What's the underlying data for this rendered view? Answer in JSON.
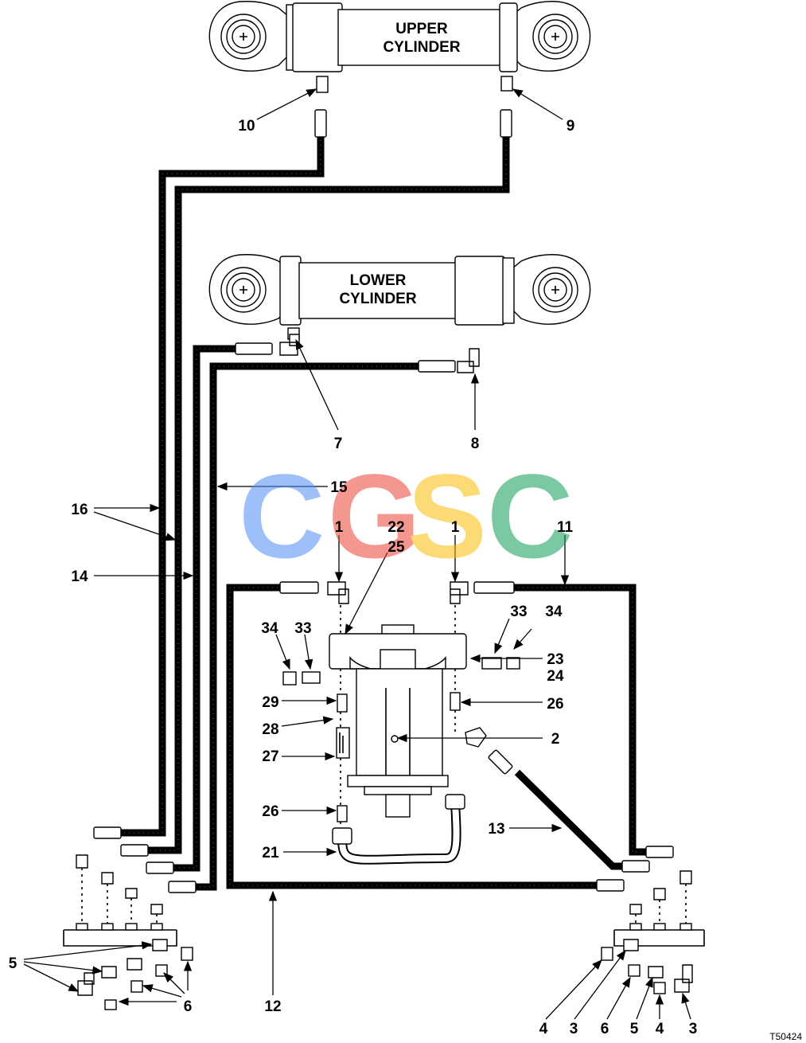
{
  "cylinders": {
    "upper": {
      "line1": "UPPER",
      "line2": "CYLINDER"
    },
    "lower": {
      "line1": "LOWER",
      "line2": "CYLINDER"
    }
  },
  "callouts": {
    "c10": "10",
    "c9": "9",
    "c7": "7",
    "c8": "8",
    "c15": "15",
    "c16": "16",
    "c14": "14",
    "c1a": "1",
    "c22": "22",
    "c25": "25",
    "c1b": "1",
    "c11": "11",
    "c33a": "33",
    "c34a": "34",
    "c34b": "34",
    "c33b": "33",
    "c23": "23",
    "c24": "24",
    "c29": "29",
    "c26a": "26",
    "c28": "28",
    "c2": "2",
    "c27": "27",
    "c26b": "26",
    "c13": "13",
    "c21": "21",
    "c12": "12",
    "c5a": "5",
    "c6a": "6",
    "c4a": "4",
    "c3a": "3",
    "c6b": "6",
    "c5b": "5",
    "c4b": "4",
    "c3b": "3"
  },
  "figure_code": "T50424",
  "watermark": {
    "text": "CGSC",
    "letters": [
      "C",
      "G",
      "S",
      "C"
    ],
    "colors": [
      "#4f8ef7",
      "#ea4335",
      "#fbbc05",
      "#0f9d58"
    ]
  }
}
